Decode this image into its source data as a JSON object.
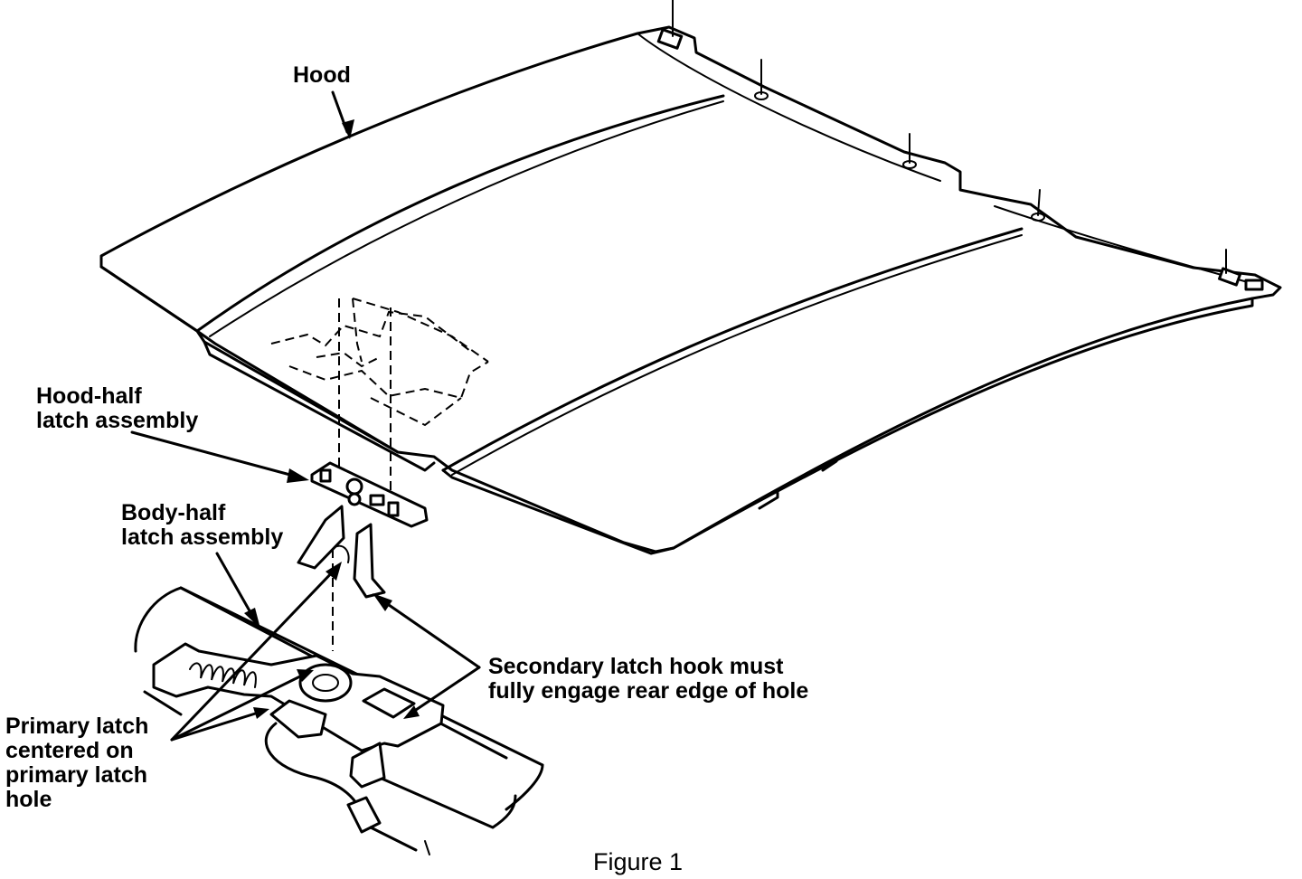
{
  "labels": {
    "hood": "Hood",
    "hood_half": "Hood-half\nlatch assembly",
    "body_half": "Body-half\nlatch assembly",
    "secondary": "Secondary latch hook must\nfully engage rear edge of hole",
    "primary": "Primary latch\ncentered on\nprimary latch\nhole"
  },
  "caption": "Figure 1",
  "colors": {
    "ink": "#000000",
    "paper": "#ffffff"
  }
}
